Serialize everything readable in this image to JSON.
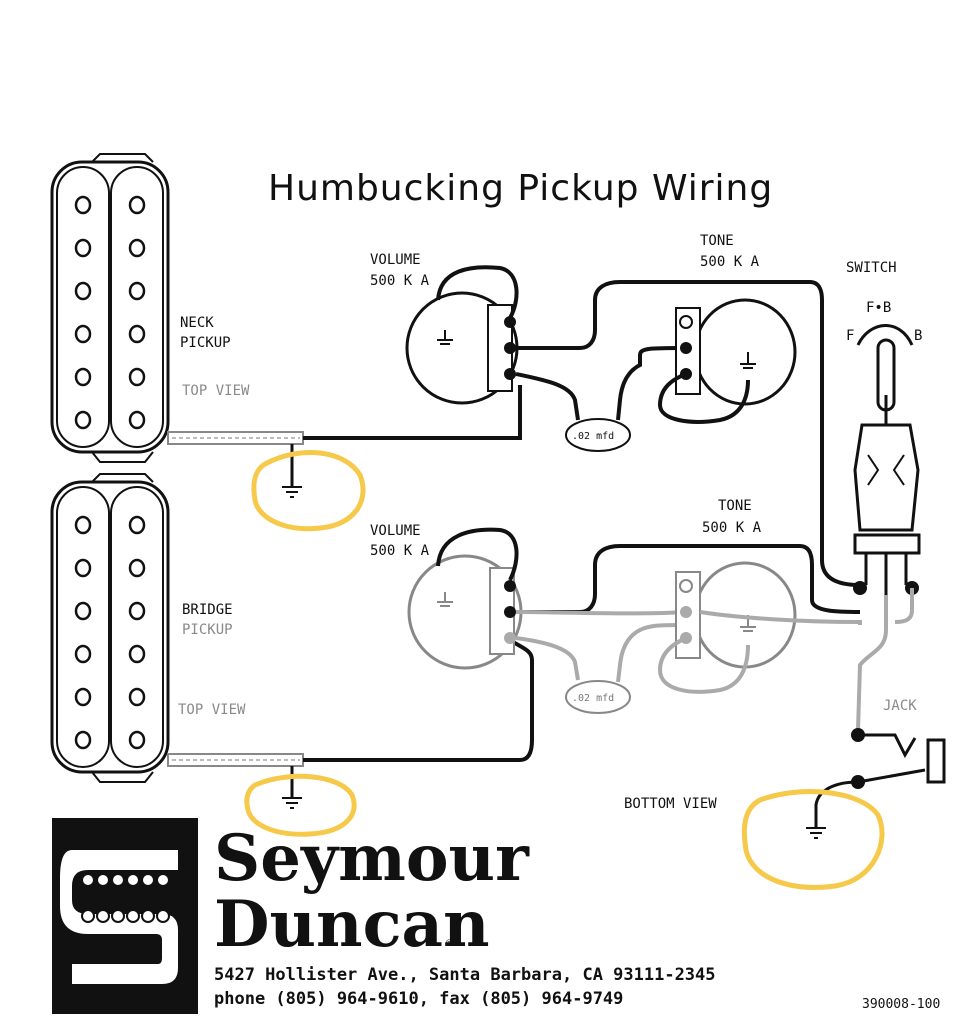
{
  "title": "Humbucking Pickup Wiring",
  "neck": {
    "pickup_label_1": "NECK",
    "pickup_label_2": "PICKUP",
    "view_label": "TOP VIEW",
    "volume_label_1": "VOLUME",
    "volume_label_2": "500 K A",
    "tone_label_1": "TONE",
    "tone_label_2": "500 K A",
    "cap_label": ".02 mfd"
  },
  "bridge": {
    "pickup_label_1": "BRIDGE",
    "pickup_label_2": "PICKUP",
    "view_label": "TOP VIEW",
    "volume_label_1": "VOLUME",
    "volume_label_2": "500 K A",
    "tone_label_1": "TONE",
    "tone_label_2": "500 K A",
    "cap_label": ".02 mfd"
  },
  "switch": {
    "label": "SWITCH",
    "pos_front": "F",
    "pos_middle": "F•B",
    "pos_back": "B"
  },
  "jack": {
    "label": "JACK",
    "view_label": "BOTTOM VIEW"
  },
  "brand": {
    "line1": "Seymour",
    "line2": "Duncan",
    "registered": "®",
    "address": "5427 Hollister Ave., Santa Barbara, CA 93111-2345",
    "phone": "phone (805) 964-9610, fax (805) 964-9749"
  },
  "part_number": "390008-100",
  "colors": {
    "ink": "#111111",
    "grey_wire": "#a9a9a9",
    "highlight": "#f6c94a"
  }
}
